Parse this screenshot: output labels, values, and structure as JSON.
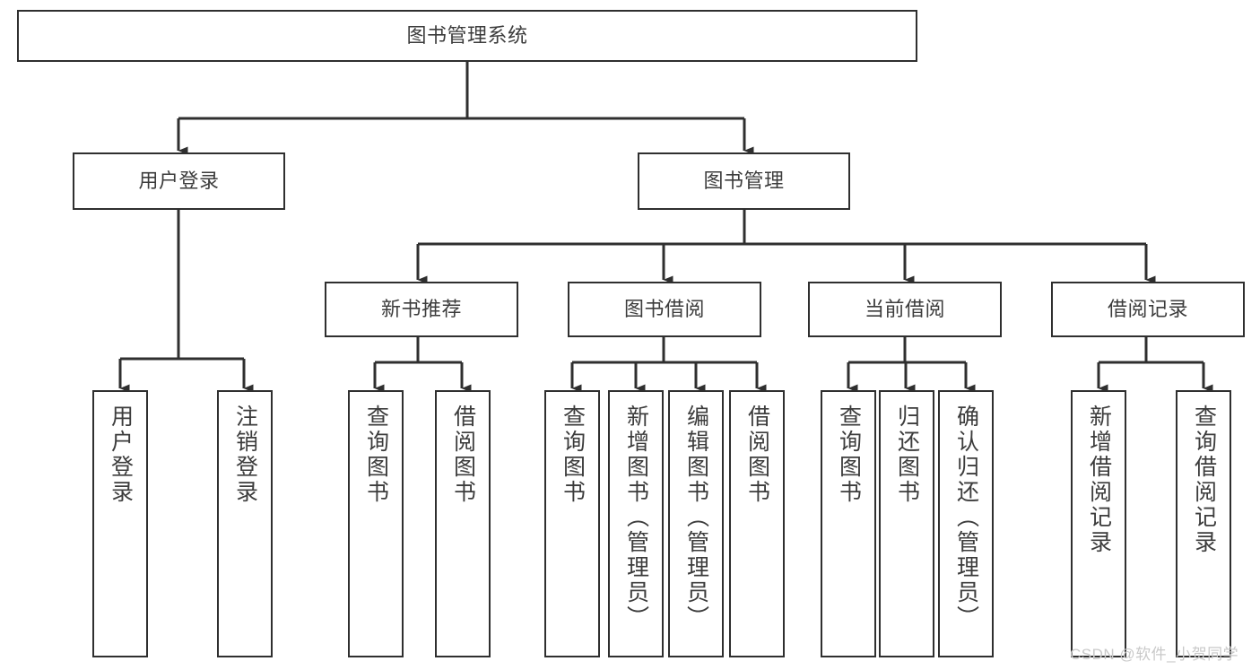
{
  "diagram": {
    "title": "图书管理系统",
    "type": "hierarchy-tree",
    "root": {
      "id": "root",
      "label": "图书管理系统"
    },
    "level2": [
      {
        "id": "user-login",
        "label": "用户登录"
      },
      {
        "id": "book-manage",
        "label": "图书管理"
      }
    ],
    "level3": [
      {
        "id": "new-book-recommend",
        "label": "新书推荐"
      },
      {
        "id": "book-borrow",
        "label": "图书借阅"
      },
      {
        "id": "current-borrow",
        "label": "当前借阅"
      },
      {
        "id": "borrow-record",
        "label": "借阅记录"
      }
    ],
    "leaves": {
      "user_login": [
        {
          "id": "leaf-user-login",
          "label": "用户登录"
        },
        {
          "id": "leaf-logout-login",
          "label": "注销登录"
        }
      ],
      "new_book_recommend": [
        {
          "id": "leaf-query-book-1",
          "label": "查询图书"
        },
        {
          "id": "leaf-borrow-book-1",
          "label": "借阅图书"
        }
      ],
      "book_borrow": [
        {
          "id": "leaf-query-book-2",
          "label": "查询图书"
        },
        {
          "id": "leaf-add-book",
          "label": "新增图书（管理员）"
        },
        {
          "id": "leaf-edit-book",
          "label": "编辑图书（管理员）"
        },
        {
          "id": "leaf-borrow-book-2",
          "label": "借阅图书"
        }
      ],
      "current_borrow": [
        {
          "id": "leaf-query-book-3",
          "label": "查询图书"
        },
        {
          "id": "leaf-return-book",
          "label": "归还图书"
        },
        {
          "id": "leaf-confirm-return",
          "label": "确认归还（管理员）"
        }
      ],
      "borrow_record": [
        {
          "id": "leaf-add-record",
          "label": "新增借阅记录"
        },
        {
          "id": "leaf-query-record",
          "label": "查询借阅记录"
        }
      ]
    }
  },
  "watermark": {
    "text": "CSDN @软件_小贺同学"
  },
  "colors": {
    "border": "#2f2f2f",
    "text": "#3c3c3c",
    "background": "#ffffff",
    "watermark": "#c9c9c9"
  }
}
